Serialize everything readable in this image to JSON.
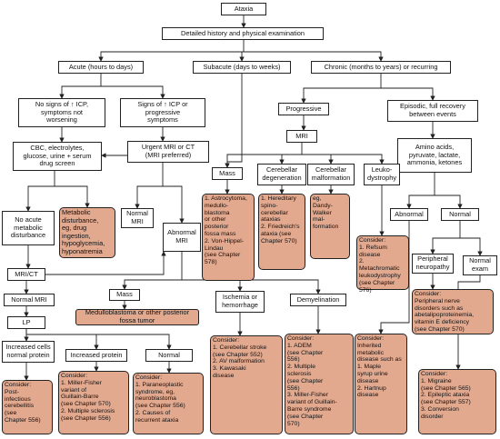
{
  "nodes": {
    "ataxia": "Ataxia",
    "history": "Detailed history and physical examination",
    "acute": "Acute (hours to days)",
    "subacute": "Subacute (days to weeks)",
    "chronic": "Chronic (months to years) or recurring",
    "no_icp": "No signs of ↑ ICP,\nsymptoms not\nworsening",
    "signs_icp": "Signs of ↑ ICP or\nprogressive\nsymptoms",
    "cbc": "CBC, electrolytes,\nglucose, urine + serum\ndrug screen",
    "urgent_mri": "Urgent MRI or CT\n(MRI preferred)",
    "progressive": "Progressive",
    "episodic": "Episodic, full recovery\nbetween events",
    "mri_top": "MRI",
    "amino": "Amino acids,\npyruvate, lactate,\nammonia, ketones",
    "mass_top": "Mass",
    "cereb_degen": "Cerebellar\ndegeneration",
    "cereb_malf": "Cerebellar\nmalformation",
    "leuko": "Leuko-\ndystrophy",
    "no_acute": "No acute\nmetabolic\ndisturbance",
    "metabolic": "Metabolic\ndisturbance,\neg, drug\ningestion,\nhypoglycemia,\nhyponatremia",
    "normal_mri_small": "Normal\nMRI",
    "abnormal_mri": "Abnormal\nMRI",
    "astro": "1. Astrocytoma,\n    medullo-\n    blastoma\n    or other\n    posterior\n    fossa mass\n2. Von-Hippel-\n    Lindau\n    (see Chapter\n    578)",
    "hered": "1. Hereditary\n    spino-\n    cerebellar\n    ataxias\n2. Friedreich's\n    ataxia (see\n    Chapter 570)",
    "dandy": "eg,\nDandy-\nWalker\nmal-\nformation",
    "refsum": "Consider:\n1. Refsum\n    disease\n2. Metachromatic\n    leukodystrophy\n    (see Chapter\n    576)",
    "abnormal": "Abnormal",
    "normal_right": "Normal",
    "periph": "Peripheral\nneuropathy",
    "normal_exam": "Normal\nexam",
    "periph_consider": "Consider:\nPeripheral nerve\ndisorders such as\nabetalipoproteinemia,\nvitamin E deficiency\n(see Chapter 570)",
    "mri_ct": "MRI/CT",
    "normal_mri": "Normal MRI",
    "lp": "LP",
    "mass_mid": "Mass",
    "medullo": "Medulloblastoma or other posterior\nfossa tumor",
    "ischemia": "Ischemia or\nhemorrhage",
    "demyel": "Demyelination",
    "incr_cells": "Increased cells\nnormal protein",
    "incr_protein": "Increased protein",
    "normal_mid": "Normal",
    "post_inf": "Consider:\nPost-\ninfectious\ncerebellitis\n(see\nChapter 556)",
    "miller": "Consider:\n1. Miller-Fisher\n    variant of\n    Guillain-Barre\n    (see Chapter 570)\n2. Multiple sclerosis\n    (see Chapter 556)",
    "paraneo": "Consider:\n1. Paraneoplastic\n    syndrome, eg,\n    neuroblastoma\n    (see Chapter 556)\n2. Causes of\n    recurrent ataxia",
    "stroke": "Consider:\n1. Cerebellar stroke\n    (see Chapter 552)\n2. AV malformation\n3. Kawasaki\n    disease",
    "adem": "Consider:\n1. ADEM\n    (see Chapter\n    556)\n2. Multiple\n    sclerosis\n    (see Chapter\n    556)\n3. Miller-Fisher\n    variant of Guillain-\n    Barre syndrome\n    (see Chapter\n    570)",
    "inherited": "Consider:\nInherited\nmetabolic\ndisease such as\n1. Maple\n    syrup urine\n    disease\n2. Hartnup\n    disease",
    "migraine": "Consider:\n1. Migraine\n    (see Chapter 565)\n2. Epileptic ataxia\n    (see Chapter 557)\n3. Conversion\n    disorder"
  }
}
